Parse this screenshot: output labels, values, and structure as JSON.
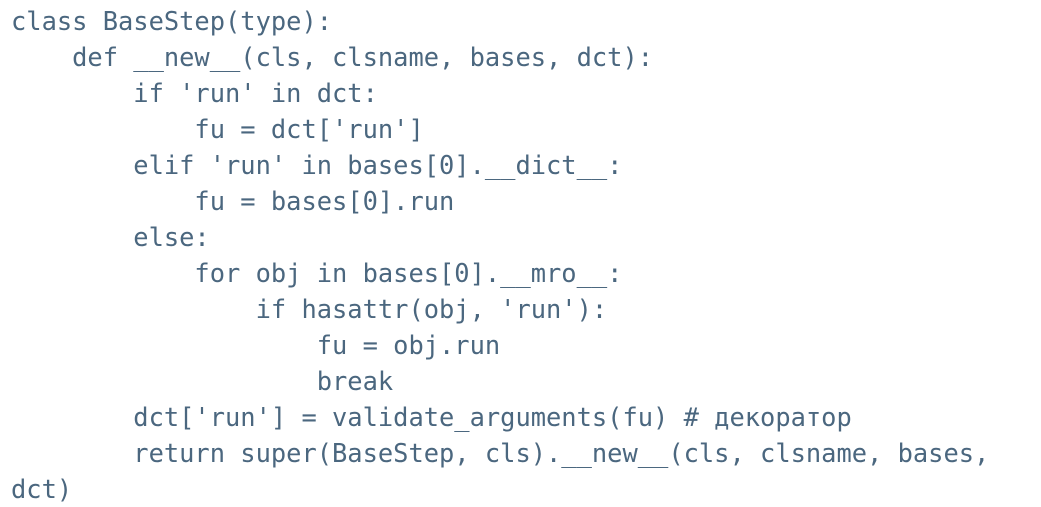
{
  "code": {
    "lines": [
      "class BaseStep(type):",
      "    def __new__(cls, clsname, bases, dct):",
      "        if 'run' in dct:",
      "            fu = dct['run']",
      "        elif 'run' in bases[0].__dict__:",
      "            fu = bases[0].run",
      "        else:",
      "            for obj in bases[0].__mro__:",
      "                if hasattr(obj, 'run'):",
      "                    fu = obj.run",
      "                    break",
      "        dct['run'] = validate_arguments(fu) # декоратор",
      "        return super(BaseStep, cls).__new__(cls, clsname, bases,",
      "dct)"
    ]
  },
  "colors": {
    "text": "#4b677f",
    "background": "#ffffff"
  }
}
